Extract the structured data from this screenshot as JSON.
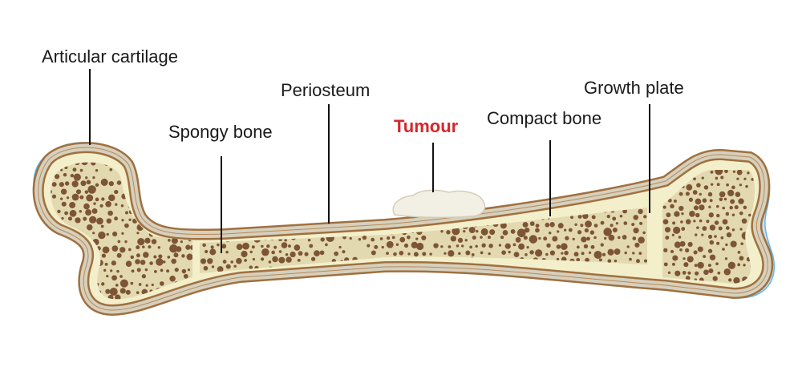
{
  "labels": {
    "articular_cartilage": "Articular cartilage",
    "periosteum": "Periosteum",
    "spongy_bone": "Spongy bone",
    "tumour": "Tumour",
    "compact_bone": "Compact bone",
    "growth_plate": "Growth plate"
  },
  "colors": {
    "periosteum": "#a0703f",
    "compact_band": "#d6d0bd",
    "cream": "#f3efcb",
    "spongy_fill": "#e2d9b0",
    "spongy_dots": "#7d5535",
    "cartilage": "#cfdcf0",
    "cartilage_edge": "#5fb8ea",
    "tumour": "#f2f0e4",
    "tumour_label": "#d8262a"
  }
}
